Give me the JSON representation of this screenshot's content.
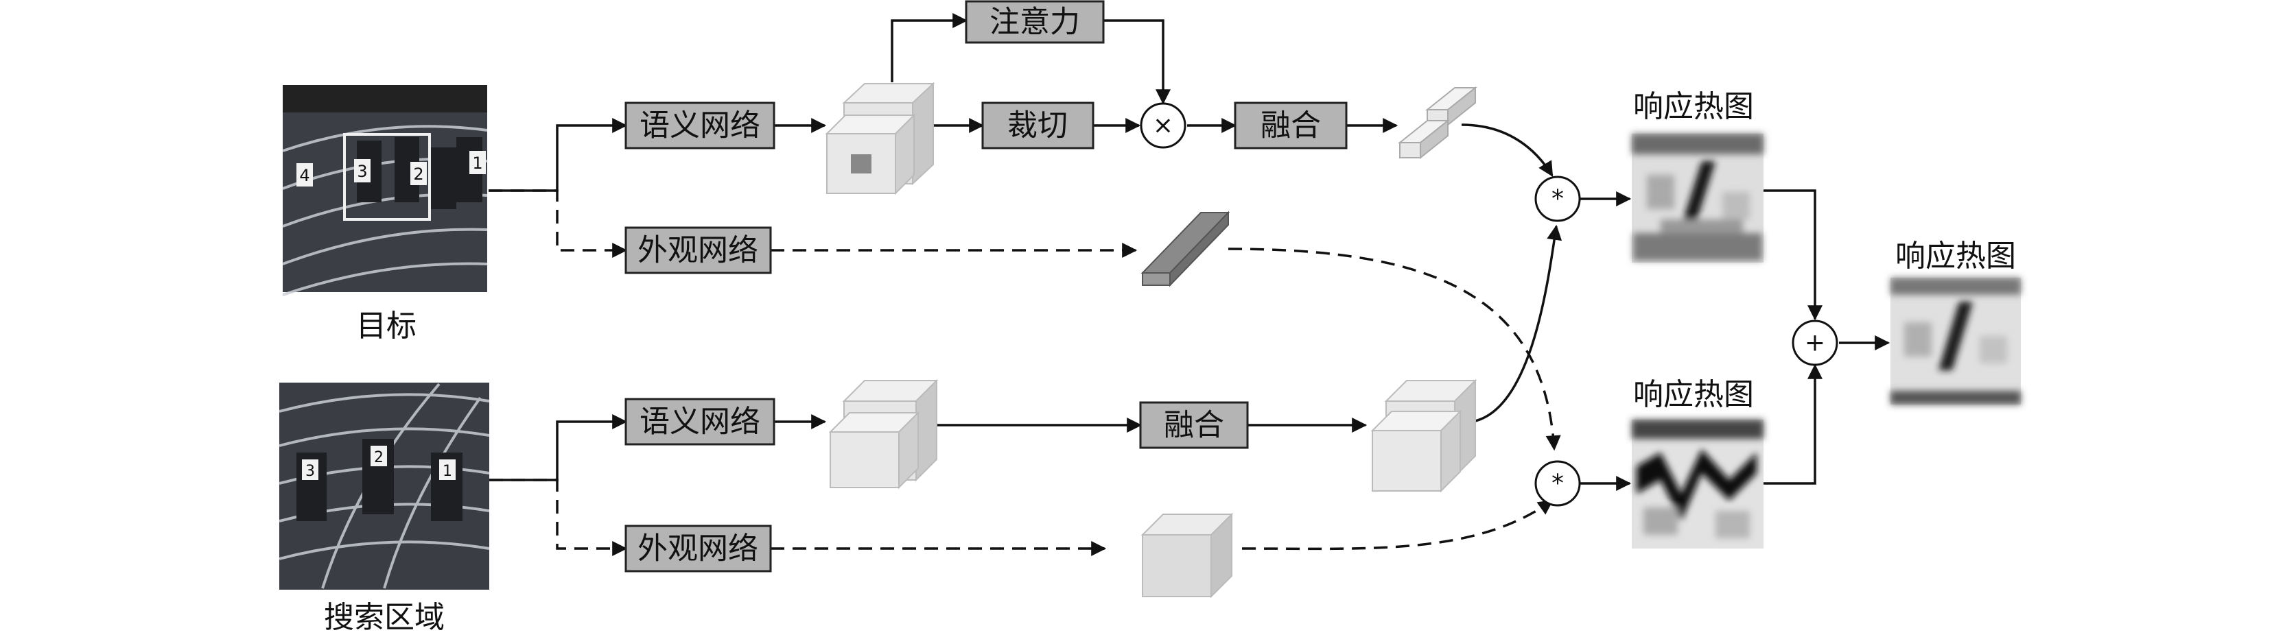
{
  "inputs": {
    "target_caption": "目标",
    "search_caption": "搜索区域",
    "target_bib_numbers": [
      "4",
      "3",
      "2",
      "1"
    ],
    "search_bib_numbers": [
      "3",
      "2",
      "1"
    ]
  },
  "blocks": {
    "semantic_network": "语义网络",
    "appearance_network": "外观网络",
    "attention": "注意力",
    "crop": "裁切",
    "fusion": "融合"
  },
  "operators": {
    "multiply": "×",
    "correlation": "*",
    "add": "+"
  },
  "outputs": {
    "response_map_label": "响应热图"
  },
  "colors": {
    "block_fill": "#b4b4b4",
    "block_stroke": "#222222",
    "arrow": "#111111",
    "feature_light": "#e6e6e6",
    "feature_dark": "#9a9a9a"
  }
}
